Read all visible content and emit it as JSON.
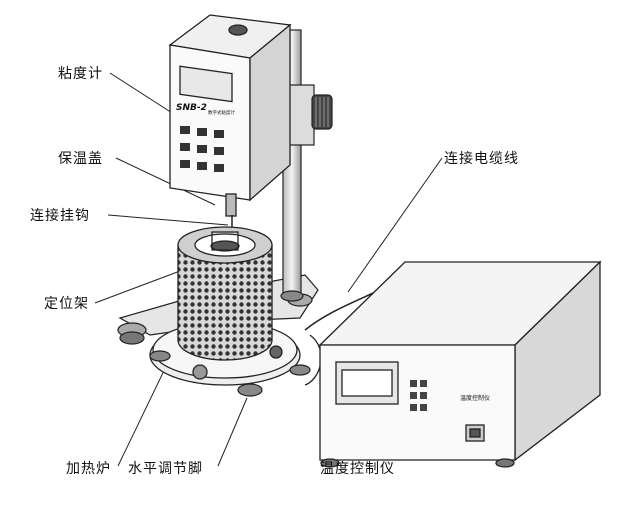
{
  "labels": {
    "viscometer": "粘度计",
    "insulation_cover": "保温盖",
    "connecting_hook": "连接挂钩",
    "positioning_frame": "定位架",
    "heating_furnace": "加热炉",
    "leveling_feet": "水平调节脚",
    "connecting_cable": "连接电缆线",
    "temperature_controller": "温度控制仪"
  },
  "device_marks": {
    "model": "SNB-2",
    "viscometer_panel": "数字式粘度计",
    "controller_panel": "温度控制仪"
  }
}
